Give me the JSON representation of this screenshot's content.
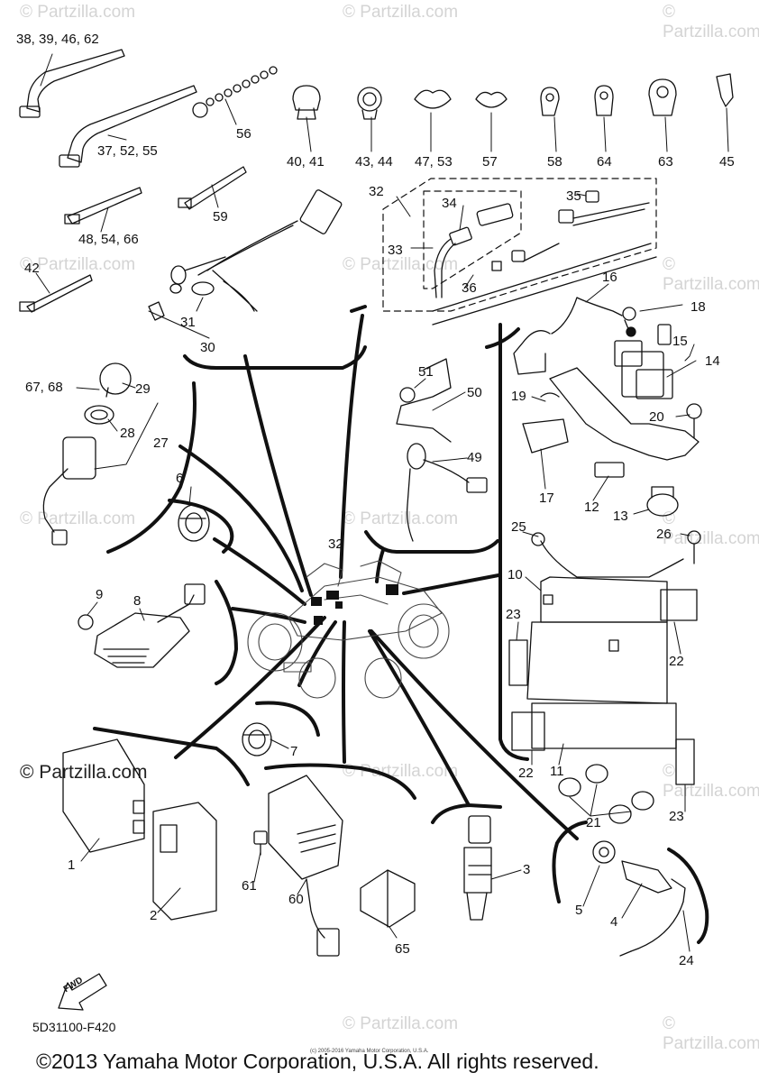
{
  "watermark": {
    "brand": "© Partzilla.com",
    "dark_brand": "© Partzilla.com"
  },
  "diagram": {
    "drawing_code": "5D31100-F420",
    "copyright": "©2013 Yamaha Motor Corporation, U.S.A. All rights reserved.",
    "small_copyright": "(c) 2005-2016 Yamaha Motor Corporation, U.S.A.",
    "fwd_label": "FWD"
  },
  "callouts": [
    "38, 39, 46, 62",
    "37, 52, 55",
    "56",
    "40, 41",
    "43, 44",
    "47, 53",
    "57",
    "58",
    "64",
    "63",
    "45",
    "48, 54, 66",
    "59",
    "42",
    "31",
    "30",
    "32",
    "34",
    "35",
    "33",
    "36",
    "16",
    "18",
    "15",
    "14",
    "51",
    "50",
    "49",
    "19",
    "20",
    "17",
    "12",
    "13",
    "67, 68",
    "29",
    "28",
    "27",
    "6",
    "32",
    "25",
    "26",
    "10",
    "9",
    "8",
    "23",
    "22",
    "7",
    "22",
    "11",
    "21",
    "23",
    "1",
    "2",
    "61",
    "60",
    "65",
    "3",
    "5",
    "4",
    "24"
  ]
}
